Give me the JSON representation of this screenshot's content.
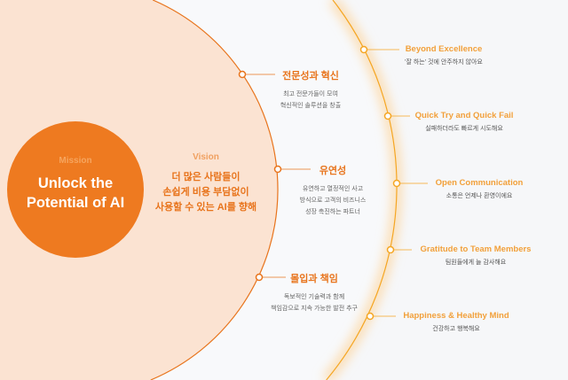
{
  "mission": {
    "label": "Mission",
    "title": "Unlock the Potential of AI"
  },
  "vision": {
    "label": "Vision",
    "text": "더 많은 사람들이\n손쉽게 비용 부담없이\n사용할 수 있는 AI를 향해"
  },
  "core_values": [
    {
      "title": "전문성과 혁신",
      "desc": "최고 전문가들이 모여\n혁신적인 솔루션을 창출"
    },
    {
      "title": "유연성",
      "desc": "유연하고 열정적인 사고\n방식으로 고객의 비즈니스\n성장 촉진하는 파트너"
    },
    {
      "title": "몰입과 책임",
      "desc": "독보적인 기술력과 함께\n책임감으로 지속 가능한 발전 추구"
    }
  ],
  "culture_values": [
    {
      "title": "Beyond Excellence",
      "desc": "'잘 하는' 것에 안주하지 않아요"
    },
    {
      "title": "Quick Try and Quick Fail",
      "desc": "실패하더라도 빠르게 시도해요"
    },
    {
      "title": "Open Communication",
      "desc": "소통은 언제나 환영이에요"
    },
    {
      "title": "Gratitude to Team Members",
      "desc": "팀원들에게 늘 감사해요"
    },
    {
      "title": "Happiness & Healthy Mind",
      "desc": "건강하고 행복해요"
    }
  ],
  "colors": {
    "primary": "#ee7a20",
    "peach": "#fbe3d2",
    "accent": "#f5a623",
    "background": "#f6f7f9"
  }
}
